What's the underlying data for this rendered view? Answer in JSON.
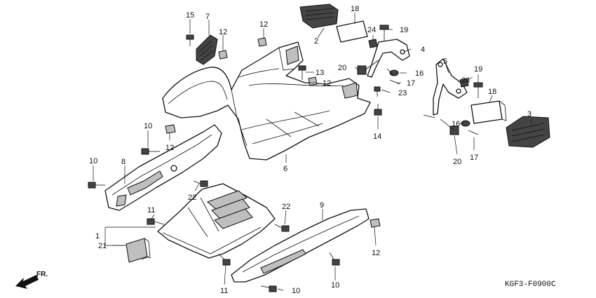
{
  "diagram_code": "KGF3-F0900C",
  "front_label": "FR.",
  "callouts": {
    "c1": "1",
    "c2": "2",
    "c3": "3",
    "c4": "4",
    "c5": "5",
    "c6": "6",
    "c7": "7",
    "c8": "8",
    "c9": "9",
    "c10a": "10",
    "c10b": "10",
    "c10c": "10",
    "c10d": "10",
    "c11a": "11",
    "c11b": "11",
    "c12a": "12",
    "c12b": "12",
    "c12c": "12",
    "c12d": "12",
    "c12e": "12",
    "c13": "13",
    "c14": "14",
    "c15": "15",
    "c16a": "16",
    "c16b": "16",
    "c17a": "17",
    "c17b": "17",
    "c18a": "18",
    "c18b": "18",
    "c19a": "19",
    "c19b": "19",
    "c20a": "20",
    "c20b": "20",
    "c21": "21",
    "c22a": "22",
    "c22b": "22",
    "c23": "23",
    "c24a": "24",
    "c24b": "24"
  }
}
